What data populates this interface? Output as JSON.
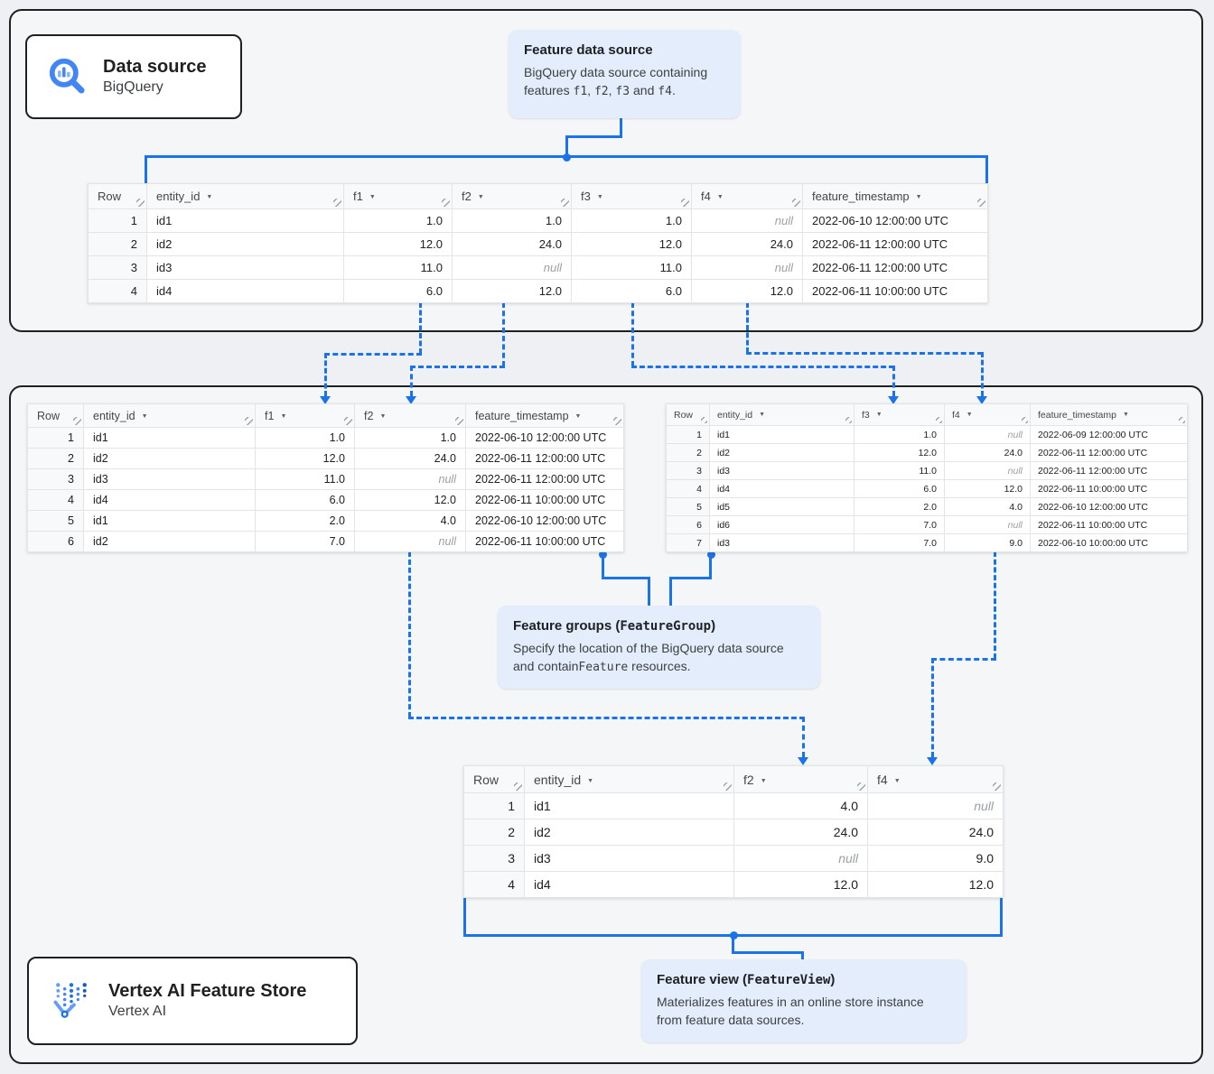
{
  "accent": {
    "blue": "#1a73e8",
    "callout_bg": "#e4edfb"
  },
  "source_card": {
    "title": "Data source",
    "subtitle": "BigQuery"
  },
  "store_card": {
    "title": "Vertex AI Feature Store",
    "subtitle": "Vertex AI"
  },
  "callouts": {
    "feature_data_source": {
      "title_segments": [
        {
          "text": "Feature data source"
        }
      ],
      "body_segments": [
        {
          "text": "BigQuery data source containing features "
        },
        {
          "text": "f1",
          "mono": true
        },
        {
          "text": ", "
        },
        {
          "text": "f2",
          "mono": true
        },
        {
          "text": ", "
        },
        {
          "text": "f3",
          "mono": true
        },
        {
          "text": " and "
        },
        {
          "text": "f4",
          "mono": true
        },
        {
          "text": "."
        }
      ]
    },
    "feature_groups": {
      "title_segments": [
        {
          "text": "Feature groups ("
        },
        {
          "text": "FeatureGroup",
          "mono": true
        },
        {
          "text": ")"
        }
      ],
      "body_segments": [
        {
          "text": "Specify the location of the BigQuery data source and contain"
        },
        {
          "text": "Feature",
          "mono": true
        },
        {
          "text": " resources."
        }
      ]
    },
    "feature_view": {
      "title_segments": [
        {
          "text": "Feature view ("
        },
        {
          "text": "FeatureView",
          "mono": true
        },
        {
          "text": ")"
        }
      ],
      "body_segments": [
        {
          "text": "Materializes features in an online store instance from feature data sources."
        }
      ]
    }
  },
  "tables": {
    "source": {
      "columns": [
        {
          "label": "Row",
          "type": "rownum"
        },
        {
          "label": "entity_id",
          "type": "text",
          "sort_arrow": true
        },
        {
          "label": "f1",
          "type": "num",
          "sort_arrow": true
        },
        {
          "label": "f2",
          "type": "num",
          "sort_arrow": true
        },
        {
          "label": "f3",
          "type": "num",
          "sort_arrow": true
        },
        {
          "label": "f4",
          "type": "num",
          "sort_arrow": true
        },
        {
          "label": "feature_timestamp",
          "type": "text",
          "sort_arrow": true
        }
      ],
      "rows": [
        [
          "1",
          "id1",
          "1.0",
          "1.0",
          "1.0",
          "null",
          "2022-06-10 12:00:00 UTC"
        ],
        [
          "2",
          "id2",
          "12.0",
          "24.0",
          "12.0",
          "24.0",
          "2022-06-11 12:00:00 UTC"
        ],
        [
          "3",
          "id3",
          "11.0",
          "null",
          "11.0",
          "null",
          "2022-06-11 12:00:00 UTC"
        ],
        [
          "4",
          "id4",
          "6.0",
          "12.0",
          "6.0",
          "12.0",
          "2022-06-11 10:00:00 UTC"
        ]
      ]
    },
    "group_f1_f2": {
      "columns": [
        {
          "label": "Row",
          "type": "rownum"
        },
        {
          "label": "entity_id",
          "type": "text",
          "sort_arrow": true
        },
        {
          "label": "f1",
          "type": "num",
          "sort_arrow": true
        },
        {
          "label": "f2",
          "type": "num",
          "sort_arrow": true
        },
        {
          "label": "feature_timestamp",
          "type": "text",
          "sort_arrow": true
        }
      ],
      "rows": [
        [
          "1",
          "id1",
          "1.0",
          "1.0",
          "2022-06-10 12:00:00 UTC"
        ],
        [
          "2",
          "id2",
          "12.0",
          "24.0",
          "2022-06-11 12:00:00 UTC"
        ],
        [
          "3",
          "id3",
          "11.0",
          "null",
          "2022-06-11 12:00:00 UTC"
        ],
        [
          "4",
          "id4",
          "6.0",
          "12.0",
          "2022-06-11 10:00:00 UTC"
        ],
        [
          "5",
          "id1",
          "2.0",
          "4.0",
          "2022-06-10 12:00:00 UTC"
        ],
        [
          "6",
          "id2",
          "7.0",
          "null",
          "2022-06-11 10:00:00 UTC"
        ]
      ]
    },
    "group_f3_f4": {
      "columns": [
        {
          "label": "Row",
          "type": "rownum"
        },
        {
          "label": "entity_id",
          "type": "text",
          "sort_arrow": true
        },
        {
          "label": "f3",
          "type": "num",
          "sort_arrow": true
        },
        {
          "label": "f4",
          "type": "num",
          "sort_arrow": true
        },
        {
          "label": "feature_timestamp",
          "type": "text",
          "sort_arrow": true
        }
      ],
      "rows": [
        [
          "1",
          "id1",
          "1.0",
          "null",
          "2022-06-09 12:00:00 UTC"
        ],
        [
          "2",
          "id2",
          "12.0",
          "24.0",
          "2022-06-11 12:00:00 UTC"
        ],
        [
          "3",
          "id3",
          "11.0",
          "null",
          "2022-06-11 12:00:00 UTC"
        ],
        [
          "4",
          "id4",
          "6.0",
          "12.0",
          "2022-06-11 10:00:00 UTC"
        ],
        [
          "5",
          "id5",
          "2.0",
          "4.0",
          "2022-06-10 12:00:00 UTC"
        ],
        [
          "6",
          "id6",
          "7.0",
          "null",
          "2022-06-11 10:00:00 UTC"
        ],
        [
          "7",
          "id3",
          "7.0",
          "9.0",
          "2022-06-10 10:00:00 UTC"
        ]
      ]
    },
    "feature_view": {
      "columns": [
        {
          "label": "Row",
          "type": "rownum"
        },
        {
          "label": "entity_id",
          "type": "text",
          "sort_arrow": true
        },
        {
          "label": "f2",
          "type": "num",
          "sort_arrow": true
        },
        {
          "label": "f4",
          "type": "num",
          "sort_arrow": true
        }
      ],
      "rows": [
        [
          "1",
          "id1",
          "4.0",
          "null"
        ],
        [
          "2",
          "id2",
          "24.0",
          "24.0"
        ],
        [
          "3",
          "id3",
          "null",
          "9.0"
        ],
        [
          "4",
          "id4",
          "12.0",
          "12.0"
        ]
      ]
    }
  }
}
